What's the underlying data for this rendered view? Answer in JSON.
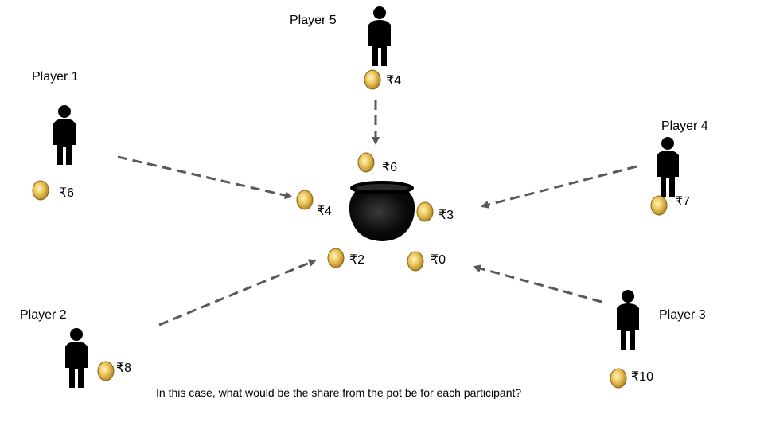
{
  "players": [
    {
      "id": "p1",
      "label": "Player 1",
      "amount": "₹6"
    },
    {
      "id": "p2",
      "label": "Player 2",
      "amount": "₹8"
    },
    {
      "id": "p3",
      "label": "Player 3",
      "amount": "₹10"
    },
    {
      "id": "p4",
      "label": "Player 4",
      "amount": "₹7"
    },
    {
      "id": "p5",
      "label": "Player 5",
      "amount": "₹4"
    }
  ],
  "pot_contributions": {
    "top": "₹6",
    "left": "₹4",
    "right": "₹3",
    "bottom_left": "₹2",
    "bottom_right": "₹0"
  },
  "question": "In this case, what would be the share from the pot be for each participant?",
  "colors": {
    "arrow": "#595959",
    "coin": "#e0b84a",
    "figure": "#000000",
    "pot": "#111111"
  }
}
